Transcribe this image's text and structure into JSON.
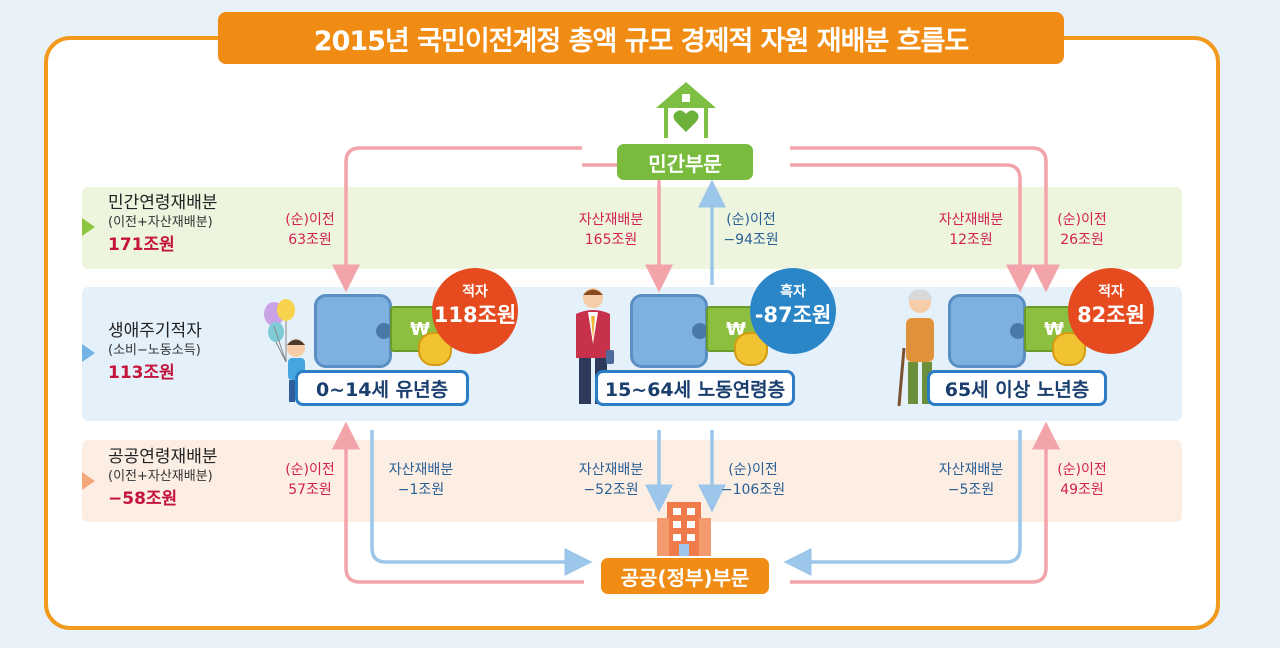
{
  "title": "2015년 국민이전계정 총액 규모 경제적 자원 재배분 흐름도",
  "rows": {
    "private": {
      "title": "민간연령재배분",
      "sub": "(이전+자산재배분)",
      "value": "171조원"
    },
    "life": {
      "title": "생애주기적자",
      "sub": "(소비−노동소득)",
      "value": "113조원"
    },
    "public": {
      "title": "공공연령재배분",
      "sub": "(이전+자산재배분)",
      "value": "−58조원"
    }
  },
  "sectors": {
    "private": "민간부문",
    "public": "공공(정부)부문"
  },
  "groups": {
    "youth": {
      "name": "0~14세 유년층",
      "bubble_label": "적자",
      "bubble_value": "118조원"
    },
    "working": {
      "name": "15~64세 노동연령층",
      "bubble_label": "흑자",
      "bubble_value": "-87조원"
    },
    "elderly": {
      "name": "65세 이상 노년층",
      "bubble_label": "적자",
      "bubble_value": "82조원"
    }
  },
  "currency_symbol": "₩",
  "flows": {
    "private_youth_transfer": {
      "label": "(순)이전",
      "value": "63조원"
    },
    "private_working_asset": {
      "label": "자산재배분",
      "value": "165조원"
    },
    "private_working_transfer": {
      "label": "(순)이전",
      "value": "−94조원"
    },
    "private_elderly_asset": {
      "label": "자산재배분",
      "value": "12조원"
    },
    "private_elderly_transfer": {
      "label": "(순)이전",
      "value": "26조원"
    },
    "public_youth_transfer": {
      "label": "(순)이전",
      "value": "57조원"
    },
    "public_youth_asset": {
      "label": "자산재배분",
      "value": "−1조원"
    },
    "public_working_asset": {
      "label": "자산재배분",
      "value": "−52조원"
    },
    "public_working_transfer": {
      "label": "(순)이전",
      "value": "−106조원"
    },
    "public_elderly_asset": {
      "label": "자산재배분",
      "value": "−5조원"
    },
    "public_elderly_transfer": {
      "label": "(순)이전",
      "value": "49조원"
    }
  },
  "colors": {
    "accent": "#f08c13",
    "private": "#79bc3d",
    "pink_arrow": "#f2a4aa",
    "blue_arrow": "#9cc7ea",
    "deficit": "#e64b1f",
    "surplus": "#2b86c8"
  },
  "icons": {
    "private_sector": "house-heart-icon",
    "public_sector": "government-building-icon",
    "wallet": "wallet-icon",
    "cash": "banknote-icon",
    "coins": "coin-stack-icon",
    "child": "child-with-balloons-icon",
    "adult": "business-man-icon",
    "elder": "elderly-man-with-cane-icon"
  }
}
